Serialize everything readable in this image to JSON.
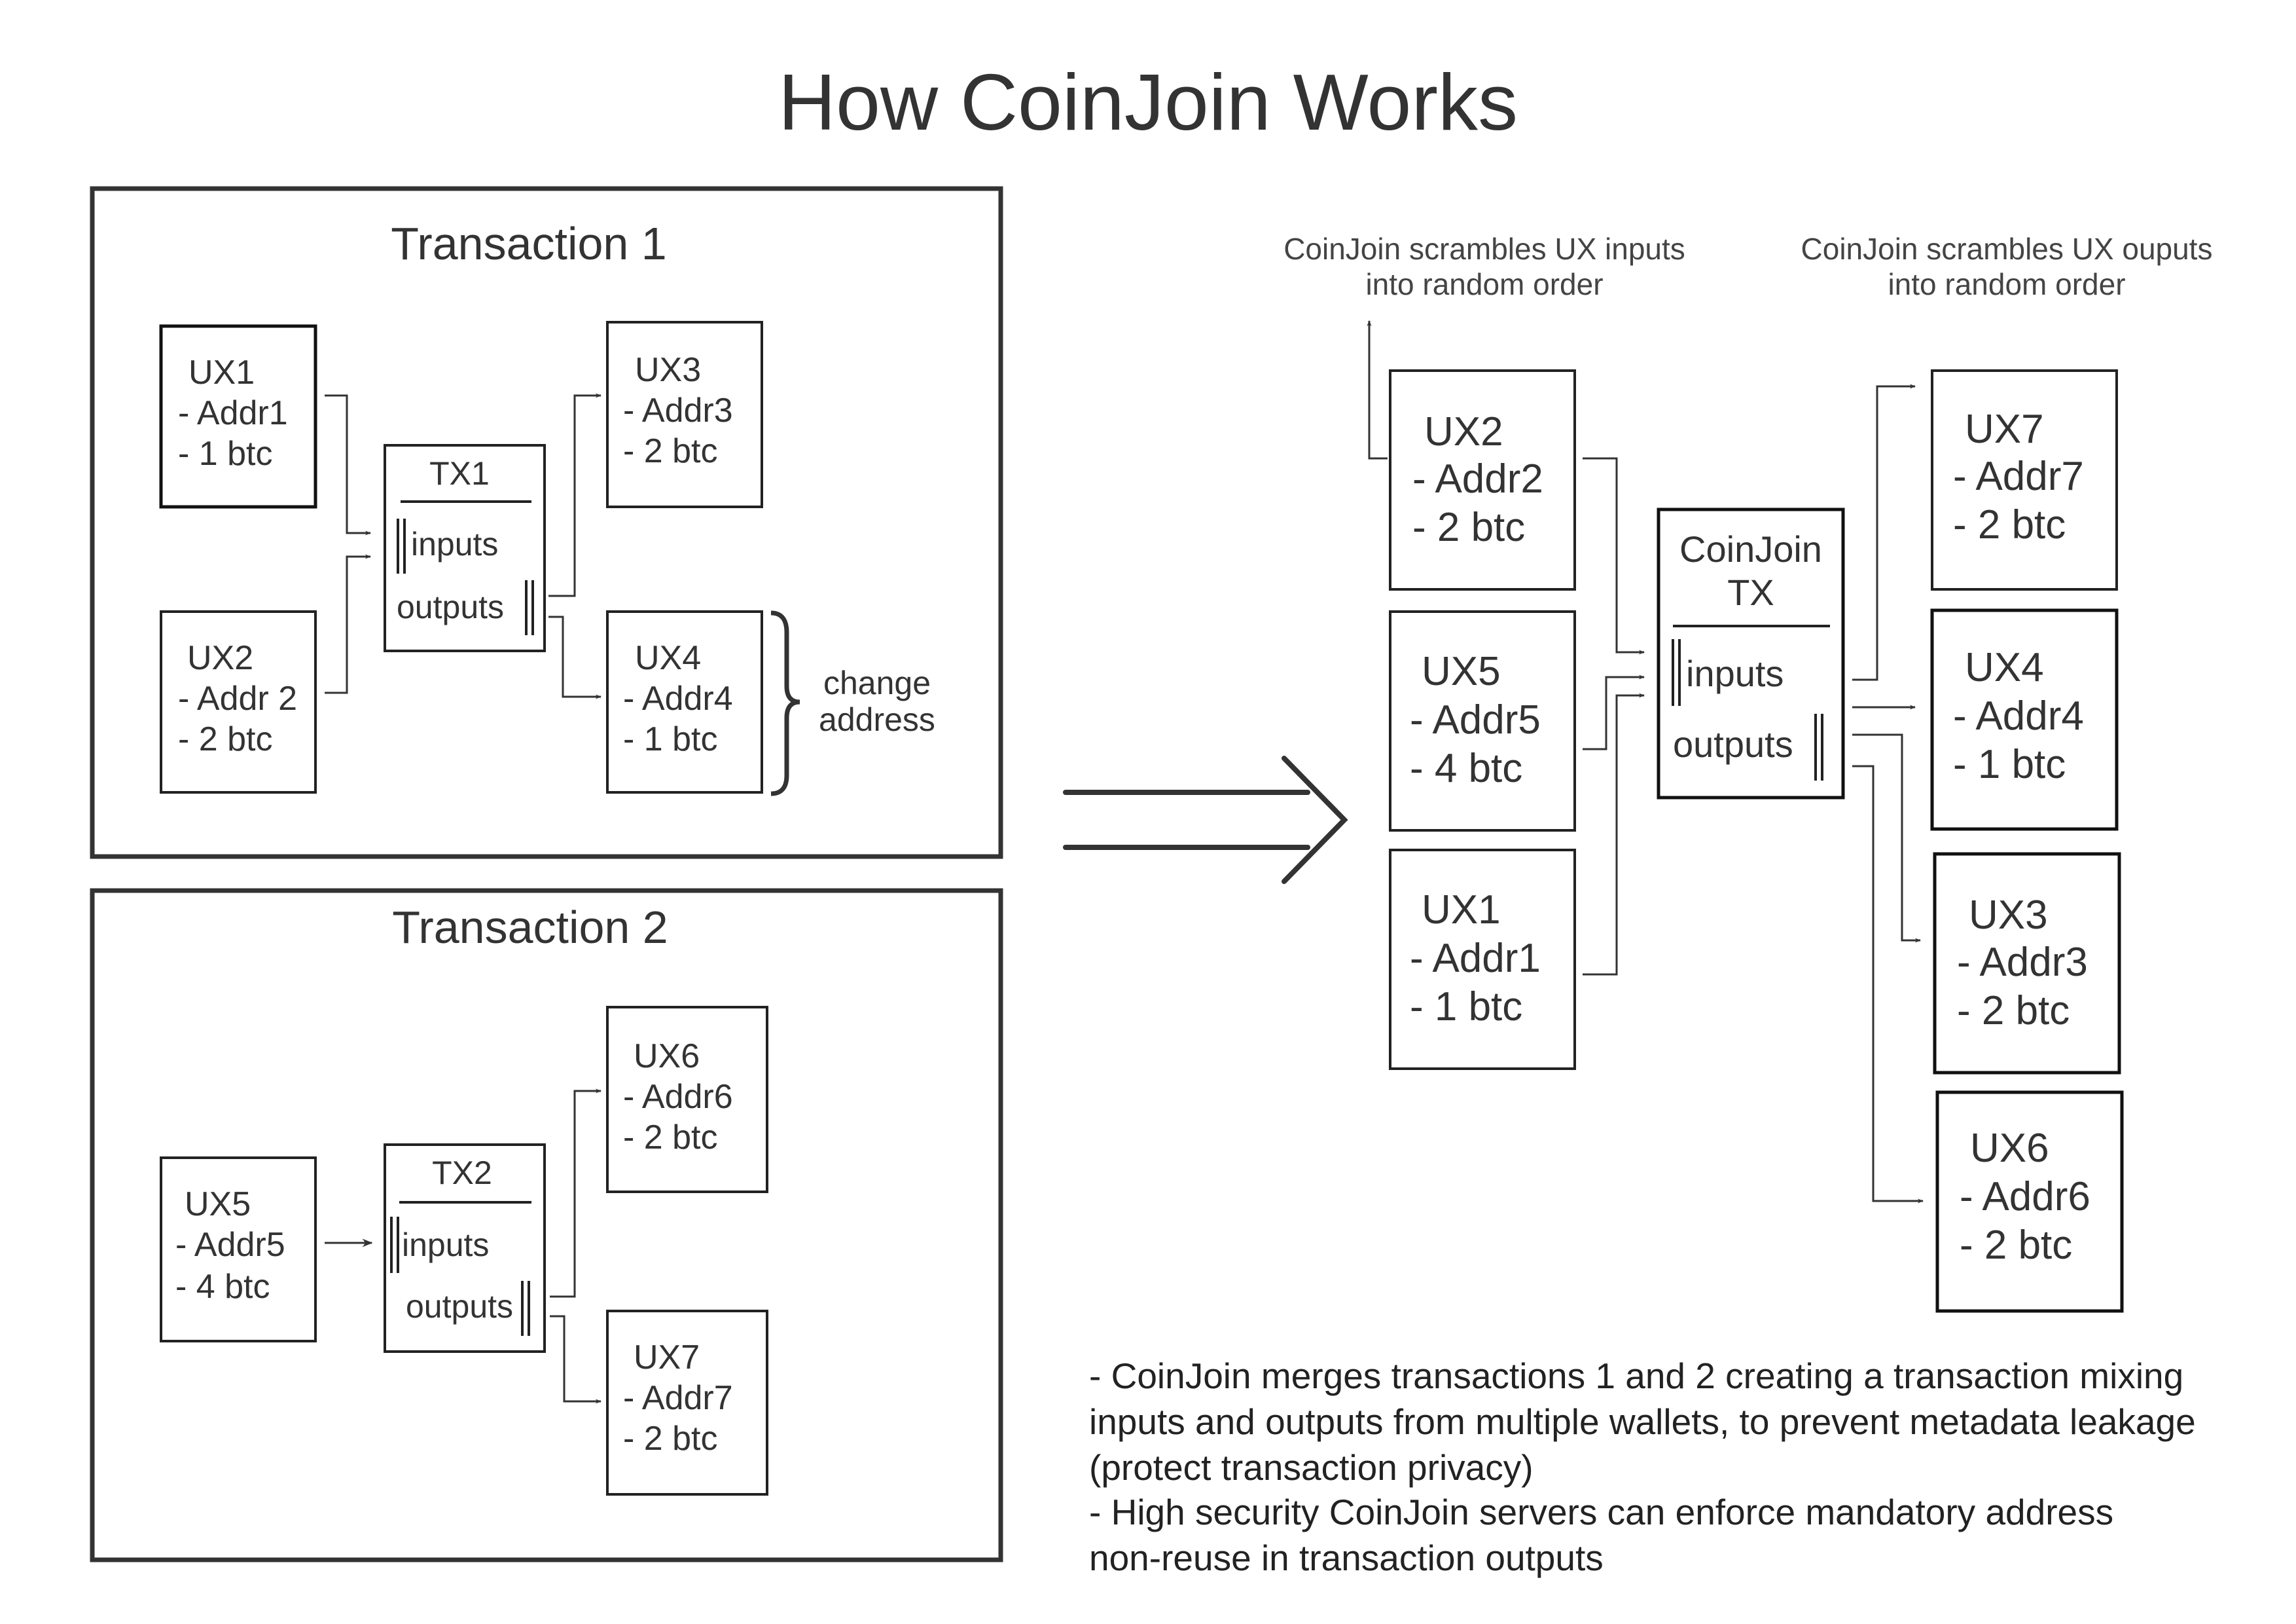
{
  "title": "How CoinJoin Works",
  "transaction1": {
    "title": "Transaction 1",
    "tx": {
      "name": "TX1",
      "inputs": "inputs",
      "outputs": "outputs"
    },
    "ux1": {
      "name": "UX1",
      "addr": "- Addr1",
      "amount": "- 1 btc"
    },
    "ux2": {
      "name": "UX2",
      "addr": "- Addr 2",
      "amount": "- 2 btc"
    },
    "ux3": {
      "name": "UX3",
      "addr": "- Addr3",
      "amount": "- 2 btc"
    },
    "ux4": {
      "name": "UX4",
      "addr": "- Addr4",
      "amount": "- 1 btc"
    },
    "change_line1": "change",
    "change_line2": "address"
  },
  "transaction2": {
    "title": "Transaction 2",
    "tx": {
      "name": "TX2",
      "inputs": "inputs",
      "outputs": "outputs"
    },
    "ux5": {
      "name": "UX5",
      "addr": "- Addr5",
      "amount": "- 4 btc"
    },
    "ux6": {
      "name": "UX6",
      "addr": "- Addr6",
      "amount": "- 2 btc"
    },
    "ux7": {
      "name": "UX7",
      "addr": "- Addr7",
      "amount": "- 2 btc"
    }
  },
  "coinjoin": {
    "note_inputs_line1": "CoinJoin scrambles UX inputs",
    "note_inputs_line2": "into random order",
    "note_outputs_line1": "CoinJoin scrambles UX ouputs",
    "note_outputs_line2": "into random order",
    "tx": {
      "name_line1": "CoinJoin",
      "name_line2": "TX",
      "inputs": "inputs",
      "outputs": "outputs"
    },
    "inputs": [
      {
        "name": "UX2",
        "addr": "- Addr2",
        "amount": "- 2 btc"
      },
      {
        "name": "UX5",
        "addr": "- Addr5",
        "amount": "- 4 btc"
      },
      {
        "name": "UX1",
        "addr": "- Addr1",
        "amount": "- 1 btc"
      }
    ],
    "outputs": [
      {
        "name": "UX7",
        "addr": "- Addr7",
        "amount": "- 2 btc"
      },
      {
        "name": "UX4",
        "addr": "- Addr4",
        "amount": "- 1 btc"
      },
      {
        "name": "UX3",
        "addr": "- Addr3",
        "amount": "- 2 btc"
      },
      {
        "name": "UX6",
        "addr": "- Addr6",
        "amount": "- 2 btc"
      }
    ]
  },
  "caption": {
    "line1": "- CoinJoin merges transactions 1 and 2 creating a transaction mixing",
    "line2": "inputs and outputs from multiple wallets, to prevent metadata leakage",
    "line3": "(protect transaction privacy)",
    "line4": "- High security CoinJoin servers can enforce mandatory address",
    "line5": "non-reuse in transaction outputs"
  }
}
